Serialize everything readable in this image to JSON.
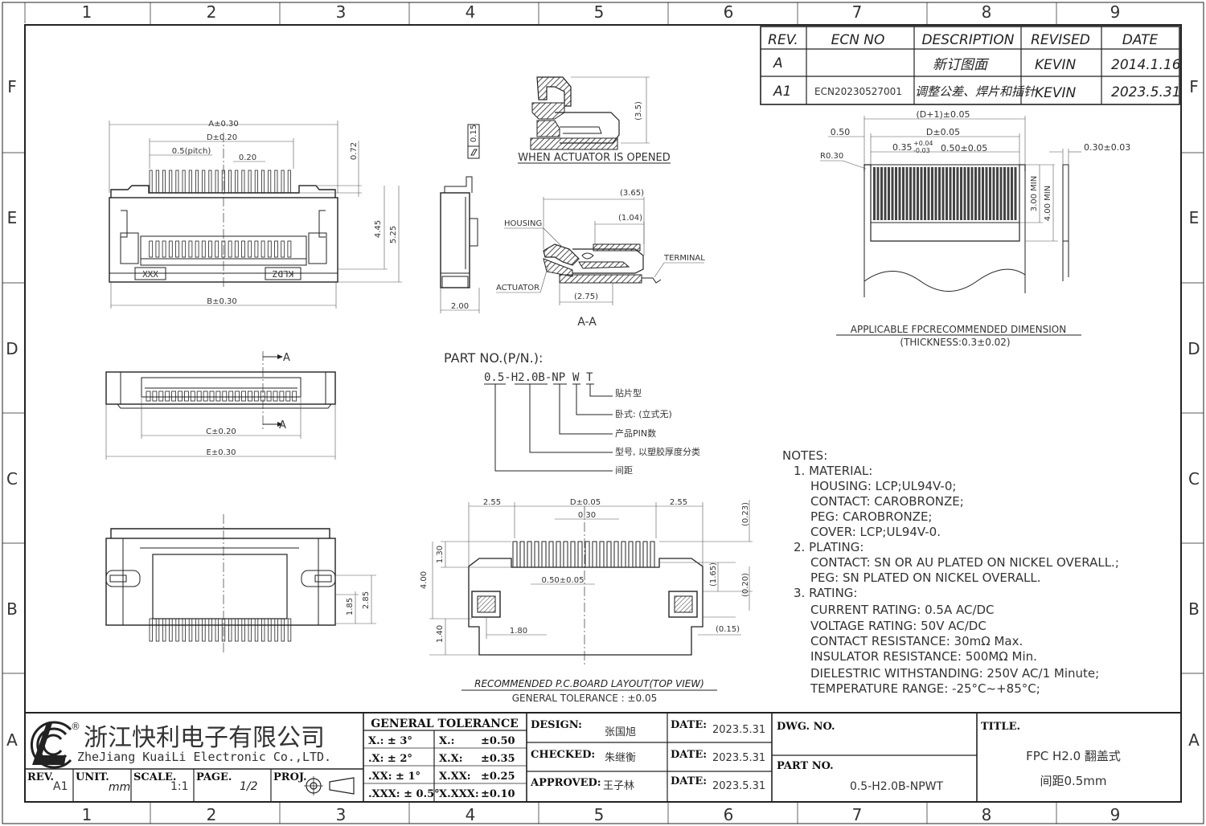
{
  "frame": {
    "columns": [
      "1",
      "2",
      "3",
      "4",
      "5",
      "6",
      "7",
      "8",
      "9"
    ],
    "rows": [
      "F",
      "E",
      "D",
      "C",
      "B",
      "A"
    ]
  },
  "revision_table": {
    "headers": [
      "REV.",
      "ECN NO",
      "DESCRIPTION",
      "REVISED",
      "DATE"
    ],
    "rows": [
      [
        "A",
        "",
        "新订图面",
        "KEVIN",
        "2014.1.16"
      ],
      [
        "A1",
        "ECN20230527001",
        "调整公差、焊片和插针",
        "KEVIN",
        "2023.5.31"
      ]
    ]
  },
  "top_view": {
    "dims": {
      "a": "A±0.30",
      "d": "D±0.20",
      "pitch": "0.5(pitch)",
      "w020": "0.20",
      "h072": "0.72",
      "h445": "4.45",
      "h525": "5.25",
      "b": "B±0.30"
    },
    "marks": {
      "left": "XXX",
      "right": "KLDZ"
    }
  },
  "side_view": {
    "dims": {
      "flat": "0.15",
      "w200": "2.00"
    }
  },
  "opened_view": {
    "dim": "(3.5)",
    "caption": "WHEN ACTUATOR IS OPENED"
  },
  "section_view": {
    "dims": {
      "d365": "(3.65)",
      "d104": "(1.04)",
      "d275": "(2.75)"
    },
    "labels": {
      "housing": "HOUSING",
      "terminal": "TERMINAL",
      "actuator": "ACTUATOR"
    },
    "caption": "A-A"
  },
  "front_view": {
    "dims": {
      "c": "C±0.20",
      "e": "E±0.30"
    },
    "section_marks": [
      "A",
      "A"
    ]
  },
  "bottom_view": {
    "dims": {
      "h185": "1.85",
      "h285": "2.85"
    }
  },
  "part_number": {
    "heading": "PART NO.(P/N.):",
    "code": "0.5-H2.0B-NP",
    "w": "W",
    "t": "T",
    "legend": [
      "贴片型",
      "卧式: (立式无)",
      "产品PIN数",
      "型号, 以塑胶厚度分类",
      "间距"
    ]
  },
  "fpc": {
    "dims": {
      "d_plus": "(D+1)±0.05",
      "left050": "0.50",
      "d005": "D±0.05",
      "pad_main": "0.35",
      "pad_upper": "+0.04",
      "pad_lower": "-0.03",
      "pitch_tol": "0.50±0.05",
      "r030": "R0.30",
      "thick": "0.30±0.03",
      "min3": "3.00 MIN",
      "min4": "4.00 MIN"
    },
    "caption": "APPLICABLE FPCRECOMMENDED DIMENSION",
    "subcaption": "(THICKNESS:0.3±0.02)"
  },
  "pcb": {
    "dims": {
      "l255": "2.55",
      "d005": "D±0.05",
      "r255": "2.55",
      "w030": "0.30",
      "h130": "1.30",
      "h400": "4.00",
      "p050": "0.50±0.05",
      "h140": "1.40",
      "w180": "1.80",
      "r023": "(0.23)",
      "r165": "(1.65)",
      "r020": "(0.20)",
      "r015": "(0.15)"
    },
    "caption": "RECOMMENDED P.C.BOARD LAYOUT(TOP VIEW)",
    "tolerance": "GENERAL TOLERANCE : ±0.05"
  },
  "notes": {
    "heading": "NOTES:",
    "lines": [
      "1. MATERIAL:",
      "HOUSING: LCP;UL94V-0;",
      "CONTACT: CAROBRONZE;",
      "PEG: CAROBRONZE;",
      "COVER: LCP;UL94V-0.",
      "2. PLATING:",
      "CONTACT: SN OR AU PLATED ON NICKEL OVERALL.;",
      "PEG: SN PLATED ON NICKEL OVERALL.",
      "3. RATING:",
      "CURRENT RATING: 0.5A AC/DC",
      "VOLTAGE RATING: 50V AC/DC",
      "CONTACT RESISTANCE: 30mΩ Max.",
      "INSULATOR RESISTANCE: 500MΩ Min.",
      "DIELESTRIC WITHSTANDING: 250V AC/1 Minute;",
      "TEMPERATURE RANGE: -25°C~+85°C;"
    ]
  },
  "title_block": {
    "company_cn": "浙江快利电子有限公司",
    "company_en": "ZheJiang KuaiLi Electronic Co.,LTD.",
    "registered": "®",
    "tolerance_header": "GENERAL TOLERANCE",
    "tolerance_left": [
      "X.: ± 3°",
      ".X: ± 2°",
      ".XX: ± 1°",
      ".XXX: ± 0.5°"
    ],
    "tolerance_right_keys": [
      "X.:",
      "X.X:",
      "X.XX:",
      "X.XXX:"
    ],
    "tolerance_right_vals": [
      "±0.50",
      "±0.35",
      "±0.25",
      "±0.10"
    ],
    "rev_label": "REV.",
    "rev_value": "A1",
    "unit_label": "UNIT.",
    "unit_value": "mm",
    "scale_label": "SCALE.",
    "scale_value": "1:1",
    "page_label": "PAGE.",
    "page_value": "1/2",
    "proj_label": "PROJ.",
    "design_label": "DESIGN:",
    "design_name": "张国旭",
    "checked_label": "CHECKED:",
    "checked_name": "朱继衡",
    "approved_label": "APPROVED:",
    "approved_name": "王子林",
    "date_label": "DATE:",
    "dates": [
      "2023.5.31",
      "2023.5.31",
      "2023.5.31"
    ],
    "dwg_label": "DWG. NO.",
    "part_label": "PART NO.",
    "part_value": "0.5-H2.0B-NPWT",
    "title_label": "TITLE.",
    "title_line1": "FPC H2.0 翻盖式",
    "title_line2": "间距0.5mm"
  }
}
